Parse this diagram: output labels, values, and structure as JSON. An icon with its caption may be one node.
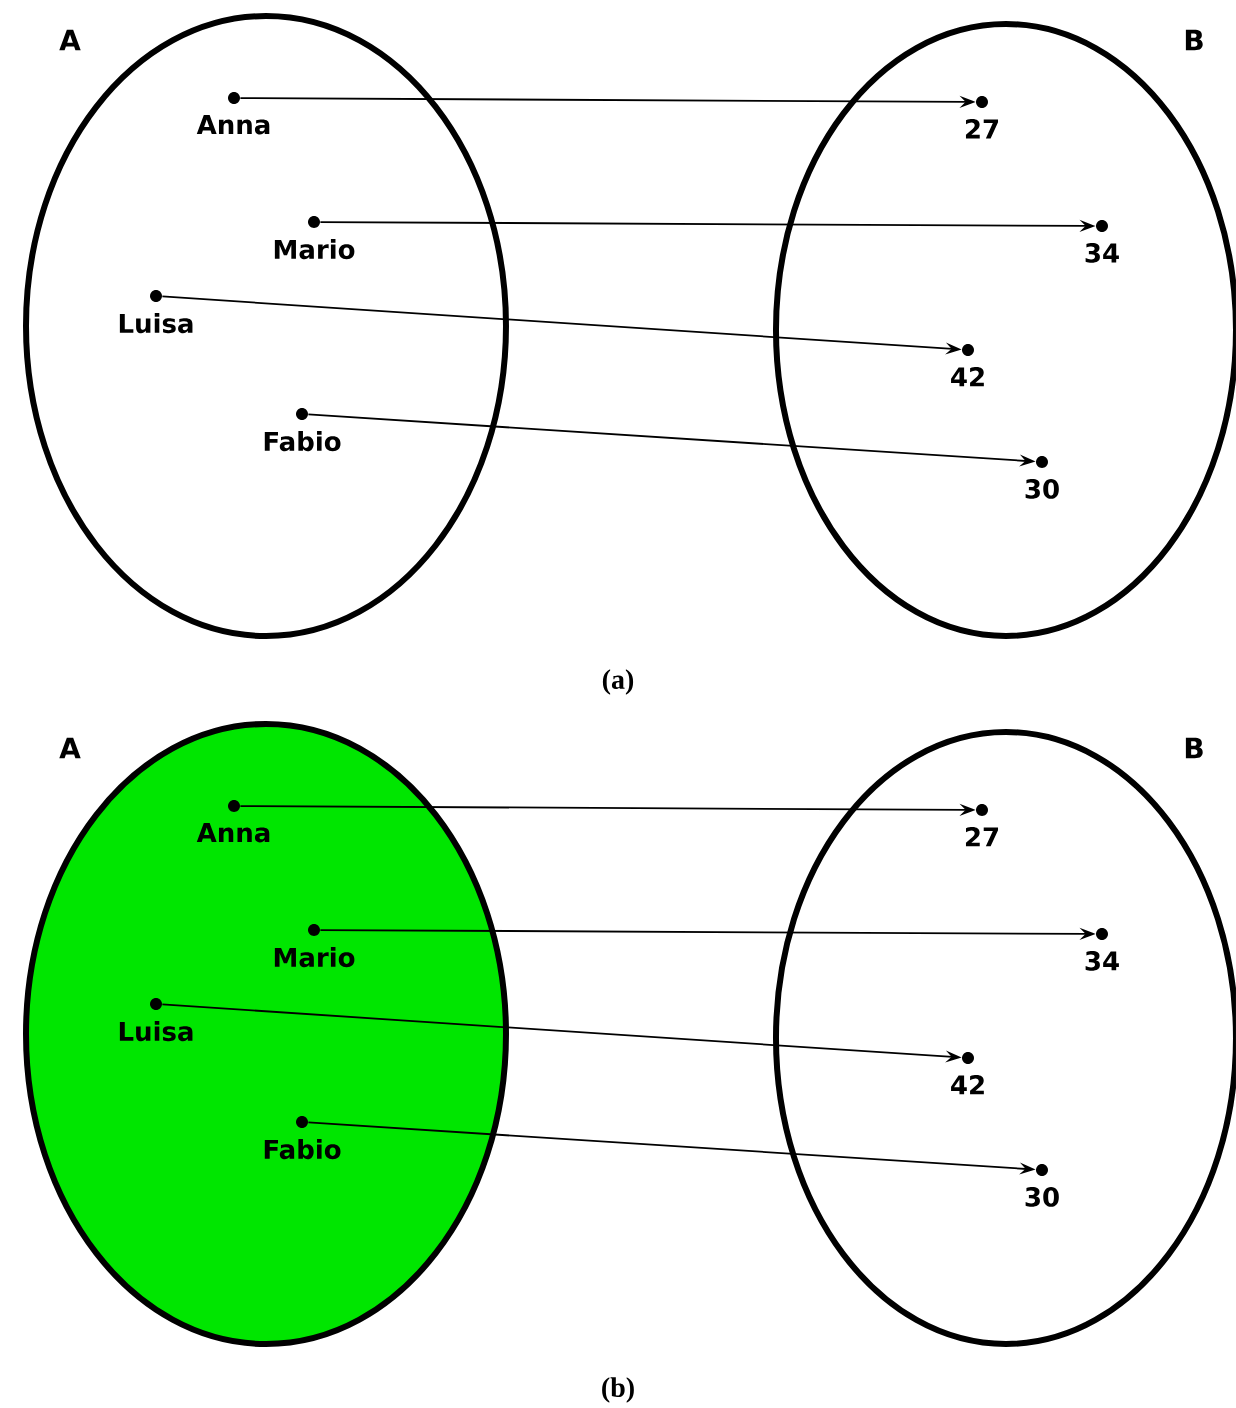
{
  "diagram": {
    "nodes": [
      {
        "text": [
          "A"
        ]
      },
      {
        "text": [
          "B"
        ]
      },
      {
        "text": [
          "Anna"
        ],
        "in": 0
      },
      {
        "text": [
          "Mario"
        ],
        "in": 0
      },
      {
        "text": [
          "Luisa"
        ],
        "in": 0
      },
      {
        "text": [
          "Fabio"
        ],
        "in": 0
      },
      {
        "text": [
          "27"
        ],
        "in": 1
      },
      {
        "text": [
          "34"
        ],
        "in": 1
      },
      {
        "text": [
          "42"
        ],
        "in": 1
      },
      {
        "text": [
          "30"
        ],
        "in": 1
      },
      {
        "text": [
          "A"
        ]
      },
      {
        "text": [
          "B"
        ]
      },
      {
        "text": [
          "Anna"
        ],
        "in": 10
      },
      {
        "text": [
          "Mario"
        ],
        "in": 10
      },
      {
        "text": [
          "Luisa"
        ],
        "in": 10
      },
      {
        "text": [
          "Fabio"
        ],
        "in": 10
      },
      {
        "text": [
          "27"
        ],
        "in": 11
      },
      {
        "text": [
          "34"
        ],
        "in": 11
      },
      {
        "text": [
          "42"
        ],
        "in": 11
      },
      {
        "text": [
          "30"
        ],
        "in": 11
      }
    ],
    "edges": [
      {
        "from": 2,
        "to": 6,
        "arrow": "to"
      },
      {
        "from": 3,
        "to": 7,
        "arrow": "to"
      },
      {
        "from": 4,
        "to": 8,
        "arrow": "to"
      },
      {
        "from": 5,
        "to": 9,
        "arrow": "to"
      },
      {
        "from": 12,
        "to": 16,
        "arrow": "to"
      },
      {
        "from": 13,
        "to": 17,
        "arrow": "to"
      },
      {
        "from": 14,
        "to": 18,
        "arrow": "to"
      },
      {
        "from": 15,
        "to": 19,
        "arrow": "to"
      }
    ],
    "labels": [
      "(a)",
      "(b)"
    ]
  }
}
